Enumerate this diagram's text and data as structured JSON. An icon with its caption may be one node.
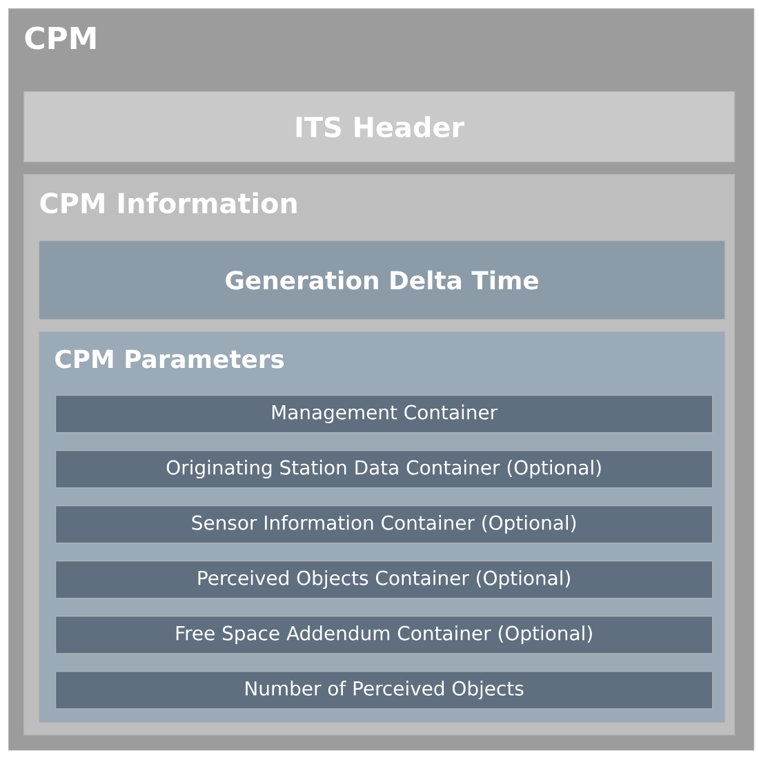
{
  "diagram": {
    "nodes": [
      {
        "text": [
          "CPM"
        ]
      },
      {
        "text": [
          "ITS Header"
        ],
        "in": 0
      },
      {
        "text": [
          "CPM Information"
        ],
        "in": 0
      },
      {
        "text": [
          "Generation Delta Time"
        ],
        "in": 2
      },
      {
        "text": [
          "CPM Parameters"
        ],
        "in": 2
      },
      {
        "text": [
          "Management Container"
        ],
        "in": 4
      },
      {
        "text": [
          "Originating Station Data Container (Optional)"
        ],
        "in": 4
      },
      {
        "text": [
          "Sensor Information Container (Optional)"
        ],
        "in": 4
      },
      {
        "text": [
          "Perceived Objects Container (Optional)"
        ],
        "in": 4
      },
      {
        "text": [
          "Free Space Addendum Container (Optional)"
        ],
        "in": 4
      },
      {
        "text": [
          "Number of Perceived Objects"
        ],
        "in": 4
      }
    ]
  }
}
